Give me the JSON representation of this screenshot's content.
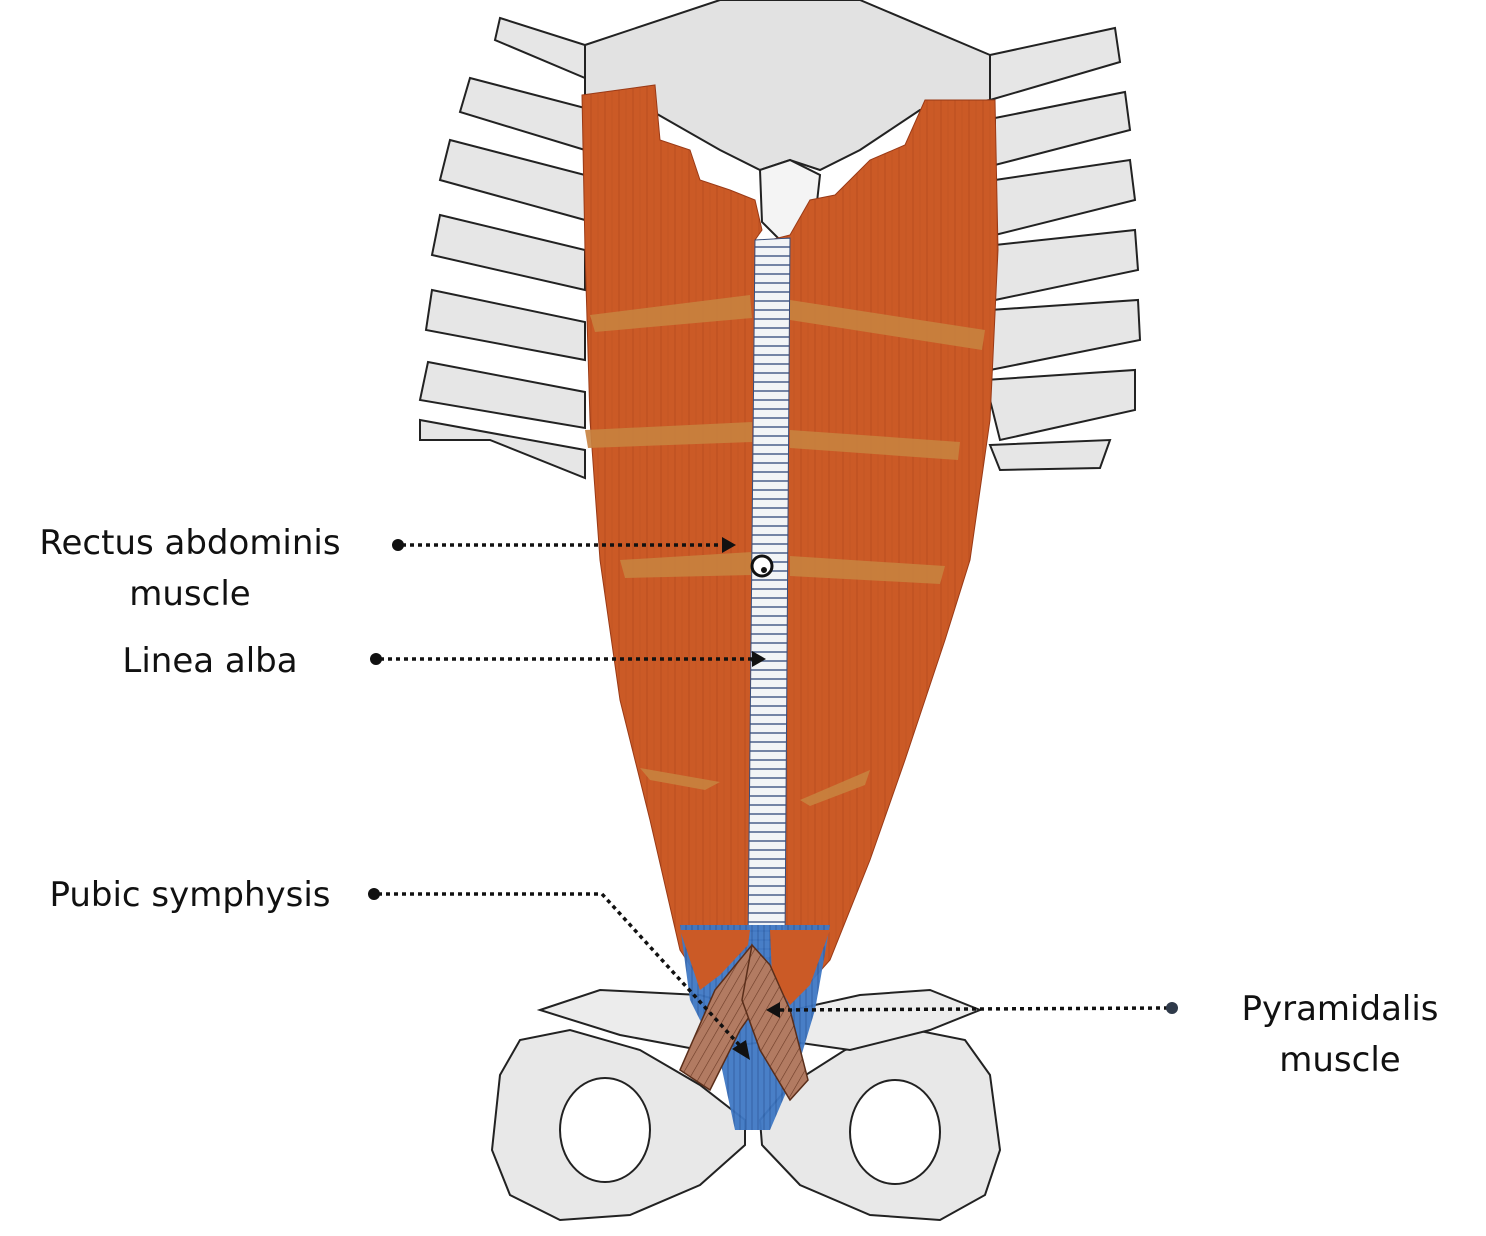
{
  "labels": {
    "rectus": {
      "line1": "Rectus abdominis",
      "line2": "muscle"
    },
    "linea": {
      "line1": "Linea alba"
    },
    "pubic": {
      "line1": "Pubic symphysis"
    },
    "pyramidalis": {
      "line1": "Pyramidalis",
      "line2": "muscle"
    }
  },
  "colors": {
    "muscle": "#cb5a26",
    "muscle_dark": "#a5401a",
    "tendinous_band": "#c8823f",
    "bone": "#e6e6e6",
    "bone_outline": "#222222",
    "linea_alba": "#f2f4f6",
    "linea_hatch": "#4a5f8a",
    "pubic_blue": "#3f78c4",
    "pyramidalis": "#a8715a",
    "leader": "#111111"
  }
}
